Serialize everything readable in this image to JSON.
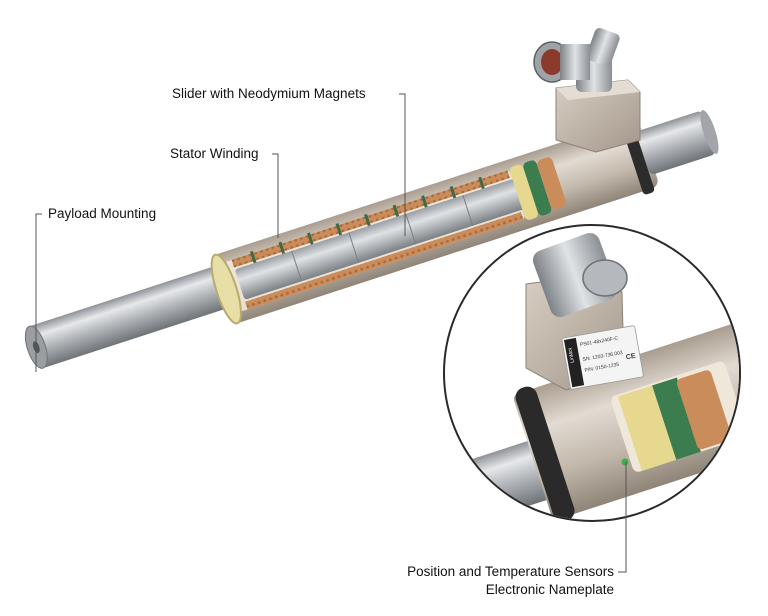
{
  "labels": {
    "slider": "Slider with Neodymium Magnets",
    "stator": "Stator Winding",
    "payload": "Payload Mounting",
    "sensors_line1": "Position and Temperature Sensors",
    "sensors_line2": "Electronic Nameplate"
  },
  "nameplate": {
    "brand": "LinMot",
    "model": "PS01-48x240F-C",
    "sn": "SN: 1203-736.003",
    "pn": "P/N: 0150-1235",
    "mark": "CE"
  },
  "colors": {
    "rod": "#b9bcbf",
    "housing": "#bfb5a9",
    "copper": "#c98c5a",
    "green": "#3b7d4e",
    "leader": "#555555"
  }
}
